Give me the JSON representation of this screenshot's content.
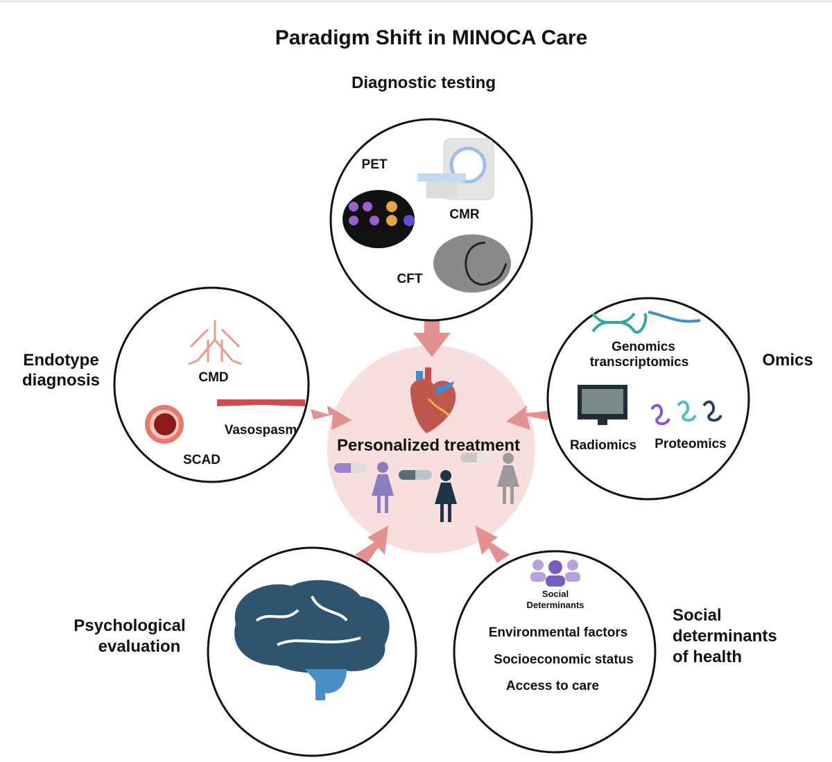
{
  "title": "Paradigm Shift in MINOCA Care",
  "center": {
    "label": "Personalized treatment"
  },
  "diagnostic": {
    "heading": "Diagnostic testing",
    "items": [
      "PET",
      "CMR",
      "CFT"
    ]
  },
  "endotype": {
    "heading_line1": "Endotype",
    "heading_line2": "diagnosis",
    "items": [
      "CMD",
      "Vasospasm",
      "SCAD"
    ]
  },
  "omics": {
    "heading": "Omics",
    "items": [
      "Genomics",
      "transcriptomics",
      "Radiomics",
      "Proteomics"
    ]
  },
  "psych": {
    "heading_line1": "Psychological",
    "heading_line2": "evaluation"
  },
  "social": {
    "heading_line1": "Social",
    "heading_line2": "determinants",
    "heading_line3": "of health",
    "icon_label_line1": "Social",
    "icon_label_line2": "Determinants",
    "items": [
      "Environmental factors",
      "Socioeconomic status",
      "Access to care"
    ]
  },
  "colors": {
    "arrow": "#e3908e",
    "center": "#f9dede",
    "brain": "#2f5470"
  }
}
